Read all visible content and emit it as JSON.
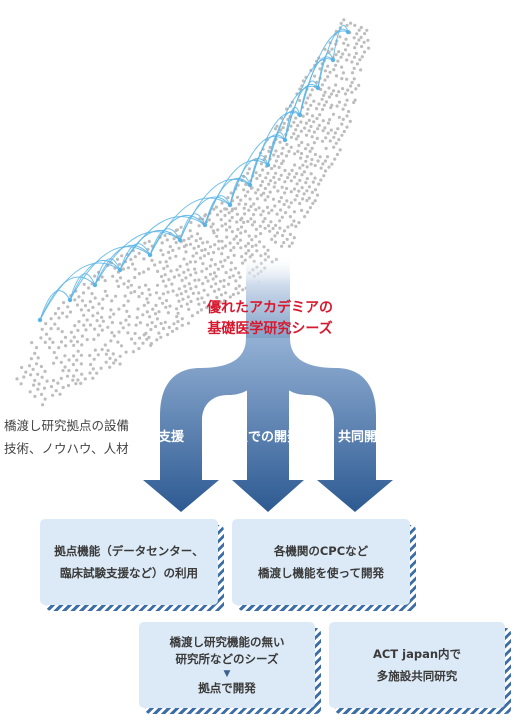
{
  "center": {
    "line1": "優れたアカデミアの",
    "line2": "基礎医学研究シーズ"
  },
  "side_note": {
    "line1": "橋渡し研究拠点の設備",
    "line2": "技術、ノウハウ、人材"
  },
  "branches": [
    "支援",
    "拠点での開発",
    "共同開発"
  ],
  "boxes": {
    "box1": {
      "line1": "拠点機能（データセンター、",
      "line2": "臨床試験支援など）の利用"
    },
    "box2": {
      "line1": "各機関のCPCなど",
      "line2": "橋渡し機能を使って開発"
    },
    "box3": {
      "line1": "橋渡し研究機能の無い",
      "line2": "研究所などのシーズ",
      "arrow": "▼",
      "line3": "拠点で開発"
    },
    "box4": {
      "line1": "ACT japan内で",
      "line2": "多施設共同研究"
    }
  },
  "colors": {
    "title_red": "#d7192f",
    "arrow_dark": "#2d5a92",
    "box_fill": "#dceaf7",
    "arc_blue": "#59b4e6",
    "map_dot": "#bdbdbd"
  }
}
